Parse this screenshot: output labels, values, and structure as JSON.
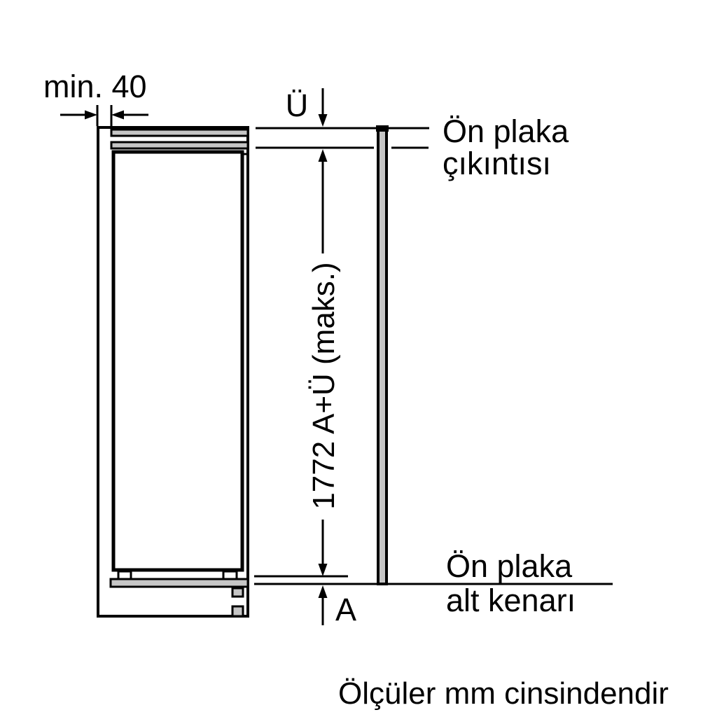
{
  "diagram": {
    "top_left_dimension": {
      "label": "min. 40"
    },
    "overhang_dimension": {
      "label": "Ü"
    },
    "height_dimension": {
      "label": "1772 A+Ü (maks.)"
    },
    "bottom_dimension": {
      "label": "A"
    },
    "panel_protrusion_label": {
      "line1": "Ön plaka",
      "line2": "çıkıntısı"
    },
    "panel_bottom_edge_label": {
      "line1": "Ön plaka",
      "line2": "alt kenarı"
    },
    "caption": "Ölçüler mm cinsindendir",
    "colors": {
      "line": "#000000",
      "panel_fill": "#c6c6c6",
      "background": "#ffffff"
    }
  }
}
